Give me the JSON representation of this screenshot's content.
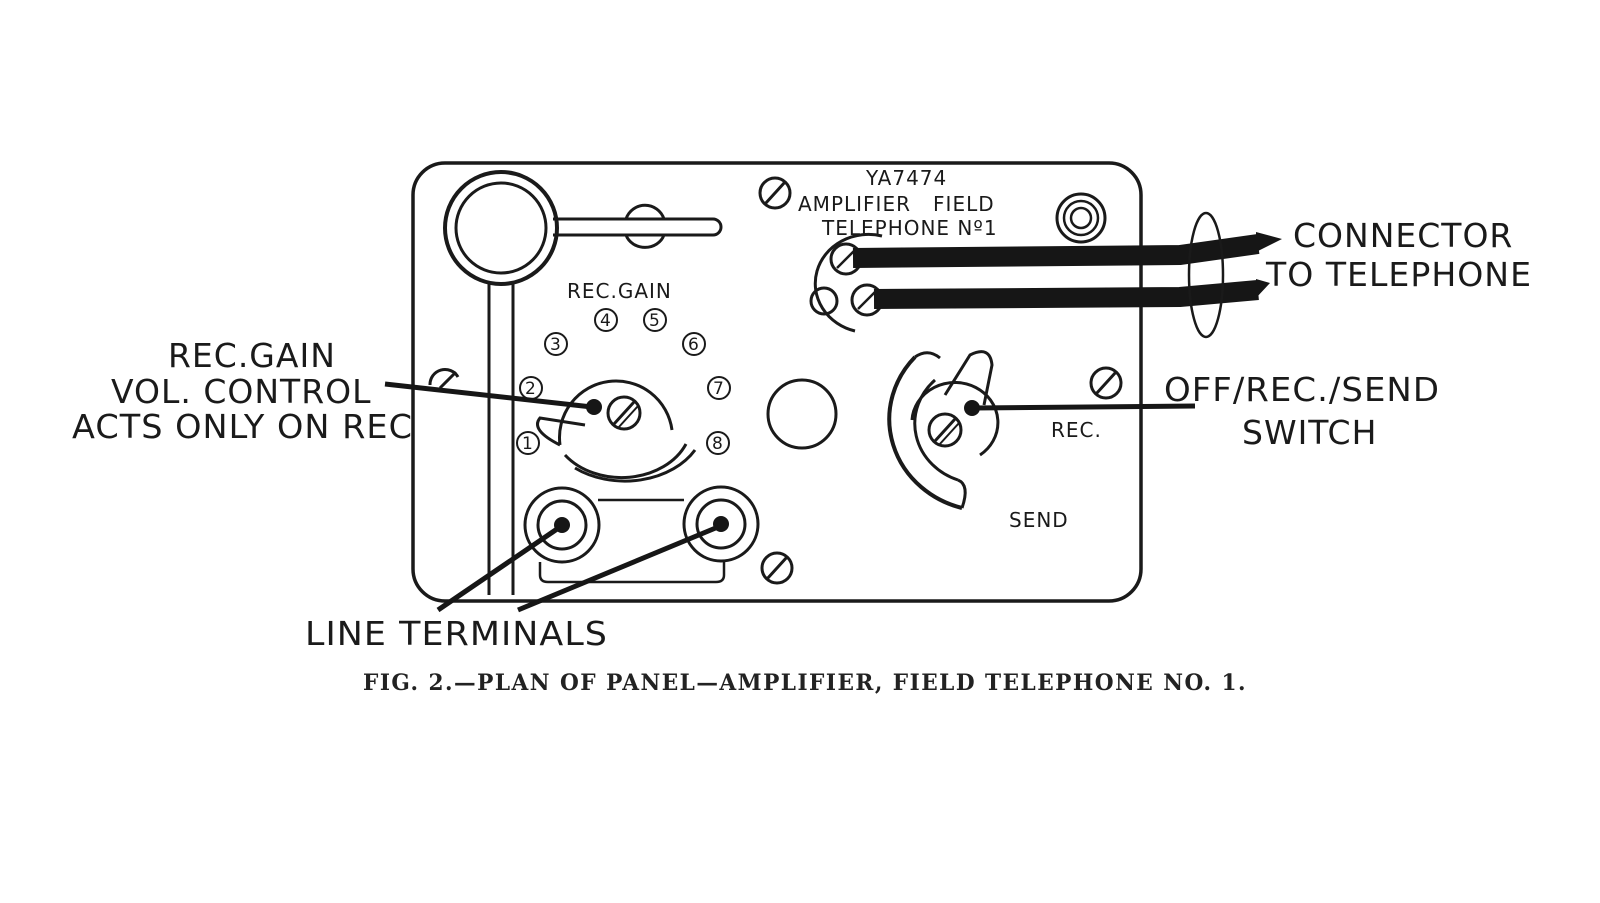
{
  "panel": {
    "model": "YA7474",
    "name_line1": "AMPLIFIER   FIELD",
    "name_line2": "TELEPHONE Nº1",
    "rec_gain_label": "REC.GAIN",
    "dial_numbers": [
      "1",
      "2",
      "3",
      "4",
      "5",
      "6",
      "7",
      "8"
    ],
    "switch_rec_label": "REC.",
    "switch_send_label": "SEND"
  },
  "callouts": {
    "gain_line1": "REC.GAIN",
    "gain_line2": "VOL. CONTROL",
    "gain_line3": "ACTS ONLY ON REC",
    "connector_line1": "CONNECTOR",
    "connector_line2": "TO TELEPHONE",
    "switch_line1": "OFF/REC./SEND",
    "switch_line2": "SWITCH",
    "terminals": "LINE TERMINALS"
  },
  "caption": "FIG. 2.—PLAN OF PANEL—AMPLIFIER, FIELD TELEPHONE NO. 1."
}
